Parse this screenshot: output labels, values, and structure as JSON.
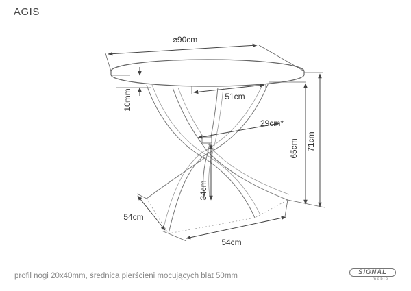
{
  "product_title": "AGIS",
  "dimensions": {
    "diameter": "⌀90cm",
    "top_thickness": "10mm",
    "ring_diameter": "51cm",
    "ring_offset": "29cm*",
    "leg_height": "65cm",
    "total_height": "71cm",
    "cross_height": "34cm",
    "base_depth": "54cm",
    "base_width": "54cm"
  },
  "footer_note": "profil nogi 20x40mm, średnica pierścieni mocujących blat 50mm",
  "logo": {
    "word": "SIGNAL",
    "sub": "meble"
  }
}
